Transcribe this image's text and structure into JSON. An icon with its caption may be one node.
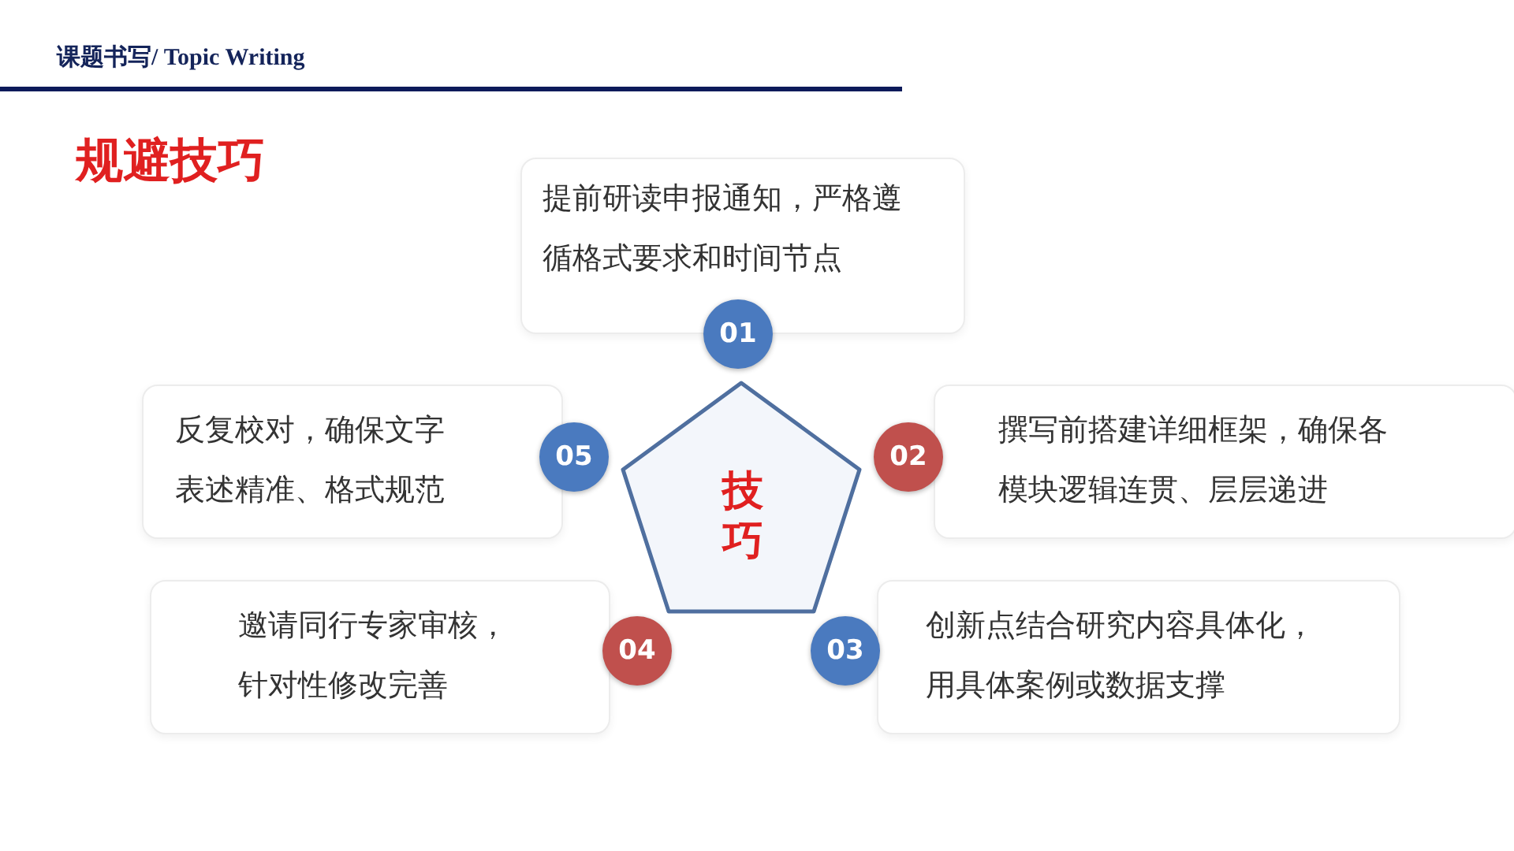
{
  "diagram": {
    "title": "规避技巧",
    "nodes": [
      {
        "text": [
          "技巧"
        ]
      },
      {
        "text": [
          "提前研读申报通知，严格遵循格式要求和时间节点"
        ]
      },
      {
        "text": [
          "01"
        ]
      },
      {
        "text": [
          "撰写前搭建详细框架，确保各模块逻辑连贯、层层递进"
        ]
      },
      {
        "text": [
          "02"
        ]
      },
      {
        "text": [
          "创新点结合研究内容具体化，用具体案例或数据支撑"
        ]
      },
      {
        "text": [
          "03"
        ]
      },
      {
        "text": [
          "邀请同行专家审核，针对性修改完善"
        ]
      },
      {
        "text": [
          "04"
        ]
      },
      {
        "text": [
          "反复校对，确保文字表述精准、格式规范"
        ]
      },
      {
        "text": [
          "05"
        ]
      }
    ],
    "edges": [],
    "labels": [
      "课题书写/ Topic Writing"
    ]
  }
}
